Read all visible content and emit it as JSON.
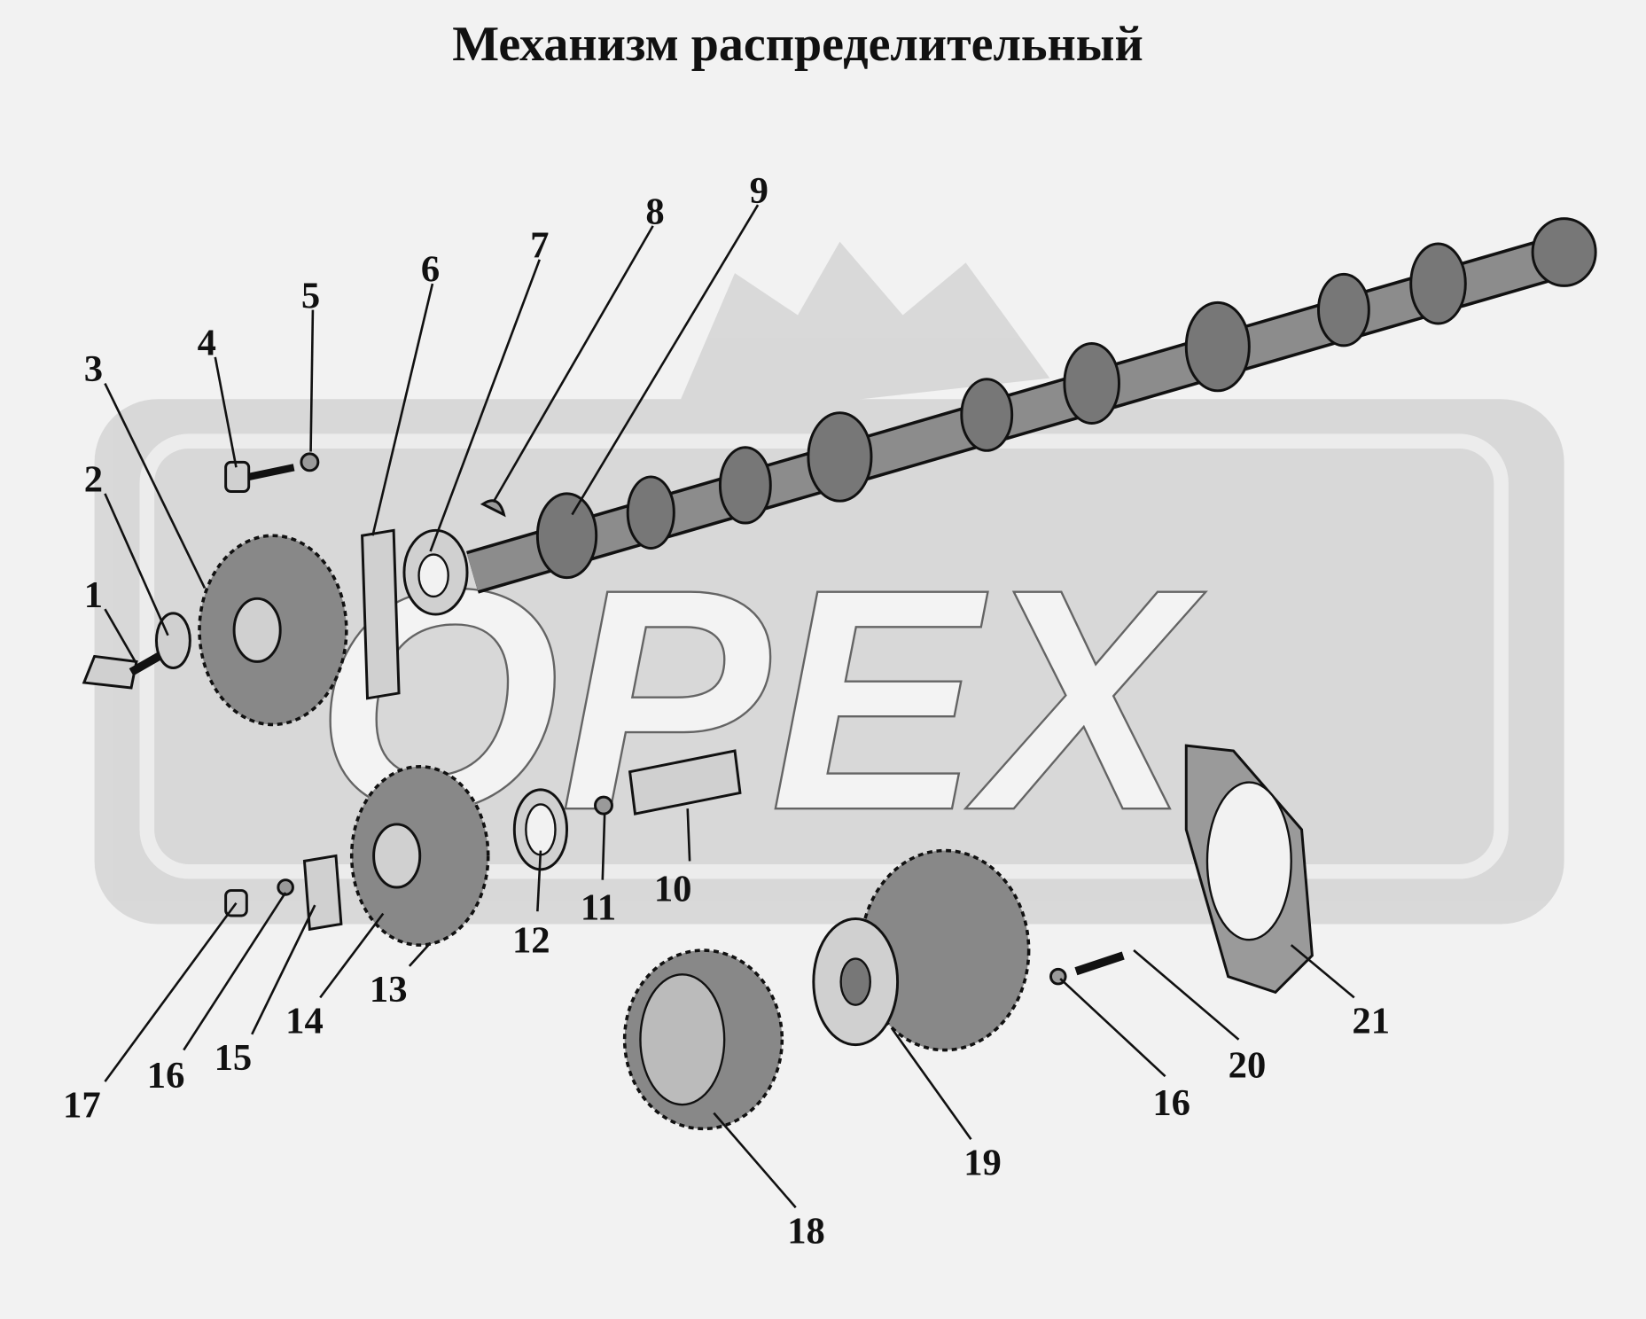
{
  "title": "Механизм распределительный",
  "watermark": "OPEX",
  "callouts": [
    {
      "id": "1",
      "label": "1"
    },
    {
      "id": "2",
      "label": "2"
    },
    {
      "id": "3",
      "label": "3"
    },
    {
      "id": "4",
      "label": "4"
    },
    {
      "id": "5",
      "label": "5"
    },
    {
      "id": "6",
      "label": "6"
    },
    {
      "id": "7",
      "label": "7"
    },
    {
      "id": "8",
      "label": "8"
    },
    {
      "id": "9",
      "label": "9"
    },
    {
      "id": "10",
      "label": "10"
    },
    {
      "id": "11",
      "label": "11"
    },
    {
      "id": "12",
      "label": "12"
    },
    {
      "id": "13",
      "label": "13"
    },
    {
      "id": "14",
      "label": "14"
    },
    {
      "id": "15",
      "label": "15"
    },
    {
      "id": "16",
      "label": "16"
    },
    {
      "id": "17",
      "label": "17"
    },
    {
      "id": "18",
      "label": "18"
    },
    {
      "id": "19",
      "label": "19"
    },
    {
      "id": "16b",
      "label": "16"
    },
    {
      "id": "20",
      "label": "20"
    },
    {
      "id": "21",
      "label": "21"
    }
  ]
}
